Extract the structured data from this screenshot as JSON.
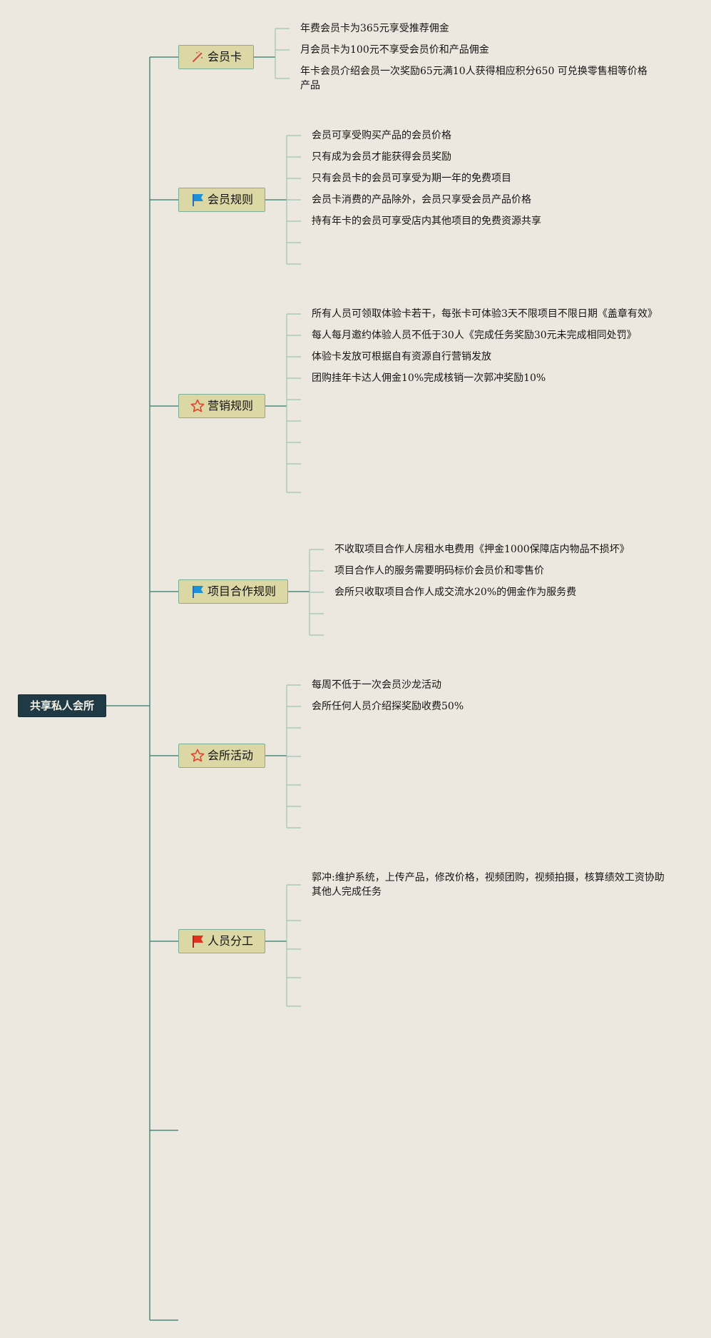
{
  "root": {
    "label": "共享私人会所"
  },
  "branches": [
    {
      "label": "会员卡",
      "icon": "wand-icon",
      "items": [
        "年费会员卡为365元享受推荐佣金",
        "月会员卡为100元不享受会员价和产品佣金",
        "年卡会员介绍会员一次奖励65元满10人获得相应积分650 可兑换零售相等价格产品"
      ]
    },
    {
      "label": "会员规则",
      "icon": "blue-flag-icon",
      "items": [
        "会员可享受购买产品的会员价格",
        "只有成为会员才能获得会员奖励",
        "只有会员卡的会员可享受为期一年的免费项目",
        "会员卡消费的产品除外，会员只享受会员产品价格",
        "持有年卡的会员可享受店内其他项目的免费资源共享"
      ]
    },
    {
      "label": "营销规则",
      "icon": "star-icon",
      "items": [
        "所有人员可领取体验卡若干，每张卡可体验3天不限项目不限日期《盖章有效》",
        "每人每月邀约体验人员不低于30人《完成任务奖励30元未完成相同处罚》",
        "体验卡发放可根据自有资源自行营销发放",
        "团购挂年卡达人佣金10%完成核销一次郭冲奖励10%"
      ]
    },
    {
      "label": "项目合作规则",
      "icon": "blue-flag-icon",
      "items": [
        "不收取项目合作人房租水电费用《押金1000保障店内物品不损坏》",
        "项目合作人的服务需要明码标价会员价和零售价",
        "会所只收取项目合作人成交流水20%的佣金作为服务费"
      ]
    },
    {
      "label": "会所活动",
      "icon": "star-icon",
      "items": [
        "每周不低于一次会员沙龙活动",
        "会所任何人员介绍探奖励收费50%"
      ]
    },
    {
      "label": "人员分工",
      "icon": "red-flag-icon",
      "items": [
        "郭冲:维护系统，上传产品，修改价格，视频团购，视频拍摄，核算绩效工资协助其他人完成任务"
      ]
    }
  ],
  "colors": {
    "background": "#ede8df",
    "root_fill": "#1f3a44",
    "node_fill": "#dcd8a5",
    "node_border": "#7fae96",
    "line_main": "#4b8a7b",
    "line_leaf": "#9cc3b3"
  }
}
